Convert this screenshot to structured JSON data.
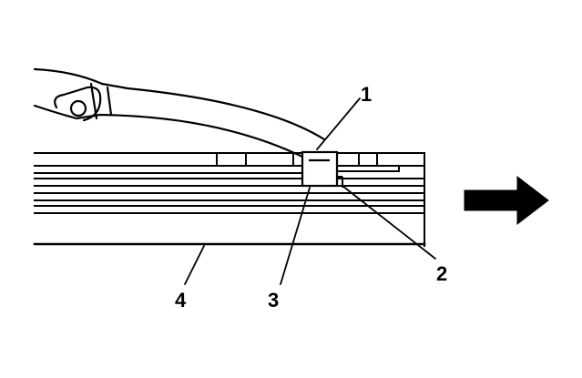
{
  "diagram": {
    "callouts": [
      {
        "id": "1",
        "text": "1"
      },
      {
        "id": "2",
        "text": "2"
      },
      {
        "id": "3",
        "text": "3"
      },
      {
        "id": "4",
        "text": "4"
      }
    ],
    "direction_icon": "arrow-right-icon",
    "colors": {
      "stroke": "#000000",
      "background": "#ffffff"
    }
  }
}
